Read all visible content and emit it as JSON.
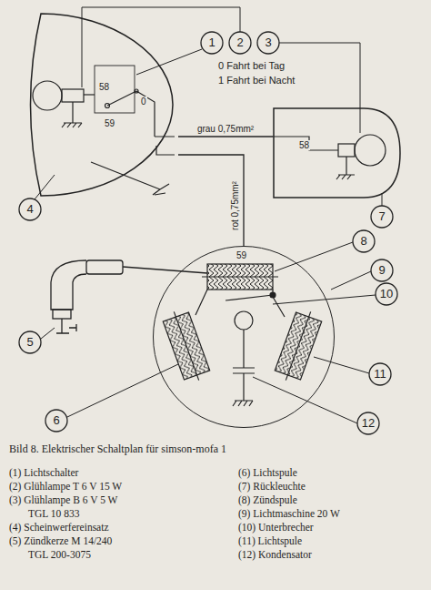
{
  "diagram": {
    "caption": "Bild 8. Elektrischer Schaltplan für simson-mofa 1",
    "nodes": [
      {
        "text": [
          "58",
          "0",
          "59"
        ]
      },
      {
        "text": [
          "58"
        ]
      },
      {
        "text": [
          "59"
        ]
      }
    ],
    "edges": [
      {
        "from": 0,
        "to": 1,
        "arrow": "none",
        "label": "grau 0,75mm²"
      },
      {
        "from": 0,
        "to": 2,
        "arrow": "none",
        "label": "rot 0,75mm²"
      }
    ],
    "labels": [
      "1",
      "2",
      "3",
      "0 Fahrt bei Tag",
      "1 Fahrt bei Nacht",
      "4",
      "7",
      "8",
      "9",
      "10",
      "5",
      "11",
      "6",
      "12",
      "(1) Lichtschalter",
      "(2) Glühlampe T 6 V 15 W",
      "(3) Glühlampe B 6 V 5 W",
      "TGL 10 833",
      "(4) Scheinwerfereinsatz",
      "(5) Zündkerze M 14/240",
      "TGL 200-3075",
      "(6) Lichtspule",
      "(7) Rückleuchte",
      "(8) Zündspule",
      "(9) Lichtmaschine 20 W",
      "(10) Unterbrecher",
      "(11) Lichtspule",
      "(12) Kondensator"
    ]
  }
}
